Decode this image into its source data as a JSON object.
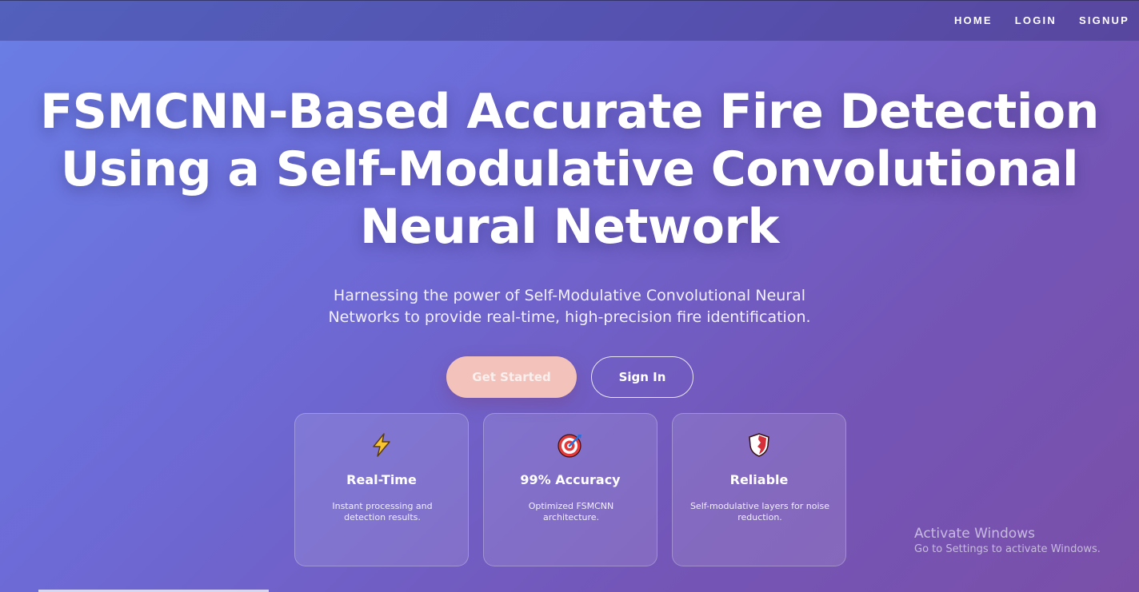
{
  "nav": {
    "items": [
      {
        "label": "HOME"
      },
      {
        "label": "LOGIN"
      },
      {
        "label": "SIGNUP"
      }
    ]
  },
  "hero": {
    "title_lines": [
      "FSMCNN-Based Accurate Fire Detection",
      "Using a Self-Modulative Convolutional",
      "Neural Network"
    ],
    "subtitle_lines": [
      "Harnessing the power of Self-Modulative Convolutional Neural",
      "Networks to provide real-time, high-precision fire identification."
    ],
    "primary_button": "Get Started",
    "secondary_button": "Sign In"
  },
  "features": [
    {
      "icon": "lightning-icon",
      "title": "Real-Time",
      "desc_lines": [
        "Instant processing and",
        "detection results."
      ]
    },
    {
      "icon": "target-icon",
      "title": "99% Accuracy",
      "desc_lines": [
        "Optimized FSMCNN",
        "architecture."
      ]
    },
    {
      "icon": "shield-icon",
      "title": "Reliable",
      "desc_lines": [
        "Self-modulative layers for noise",
        "reduction."
      ]
    }
  ],
  "watermark": {
    "title": "Activate Windows",
    "subtitle": "Go to Settings to activate Windows."
  },
  "colors": {
    "gradient_start": "#6a7fe6",
    "gradient_end": "#7a4fa8",
    "primary_button_bg": "#f3c3bb"
  }
}
